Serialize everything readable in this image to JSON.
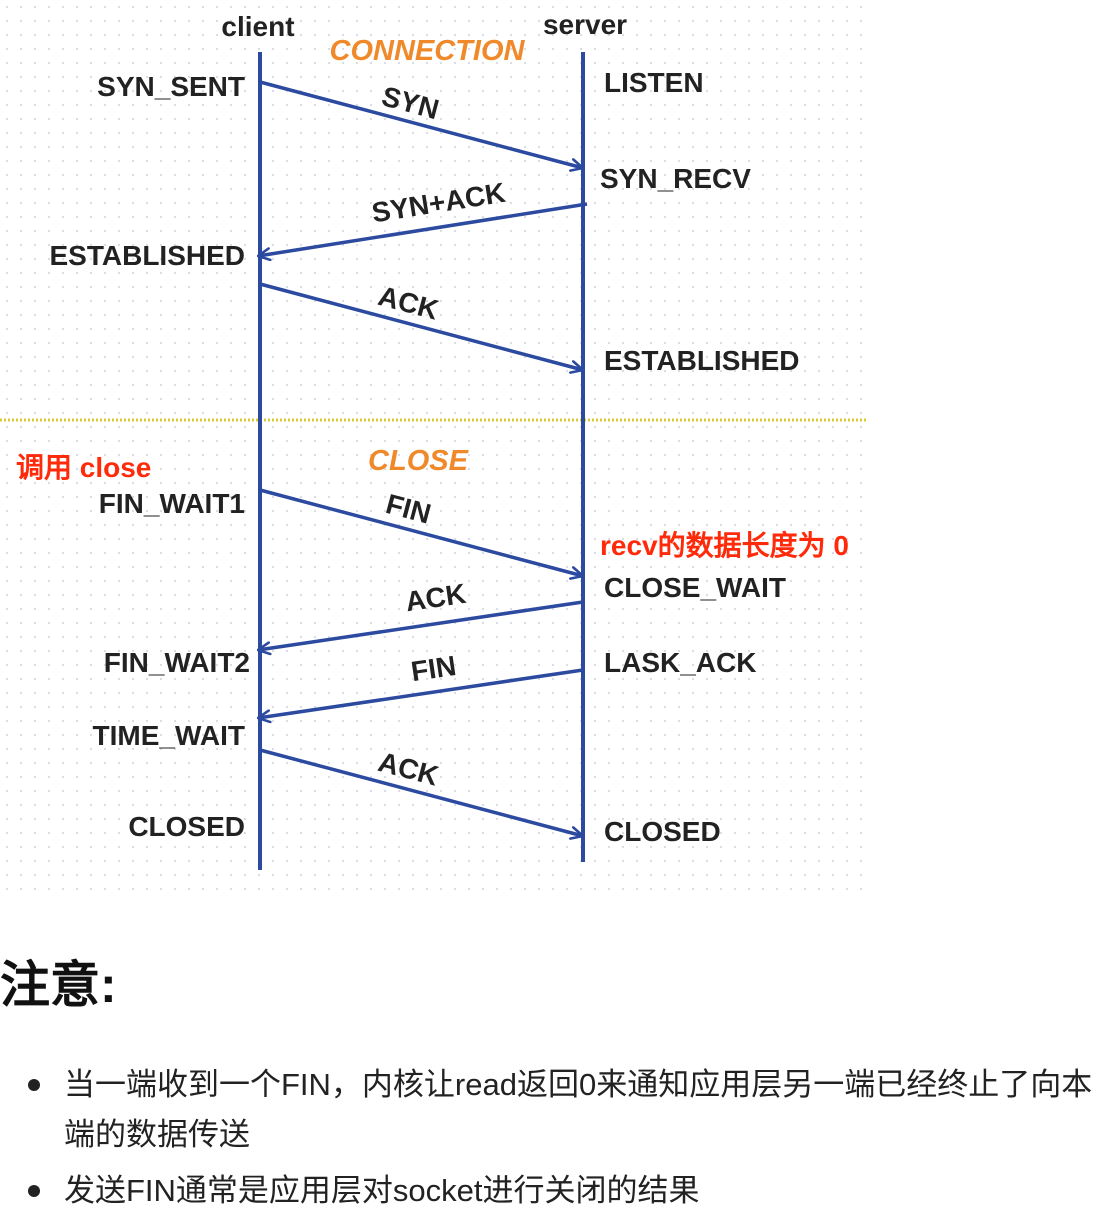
{
  "diagram": {
    "actors": {
      "client": "client",
      "server": "server"
    },
    "phases": {
      "connection": "CONNECTION",
      "close": "CLOSE"
    },
    "client_states": {
      "syn_sent": "SYN_SENT",
      "established": "ESTABLISHED",
      "fin_wait1": "FIN_WAIT1",
      "fin_wait2": "FIN_WAIT2",
      "time_wait": "TIME_WAIT",
      "closed": "CLOSED"
    },
    "server_states": {
      "listen": "LISTEN",
      "syn_recv": "SYN_RECV",
      "established": "ESTABLISHED",
      "close_wait": "CLOSE_WAIT",
      "lask_ack": "LASK_ACK",
      "closed": "CLOSED"
    },
    "messages": {
      "syn": "SYN",
      "syn_ack": "SYN+ACK",
      "ack1": "ACK",
      "fin1": "FIN",
      "ack2": "ACK",
      "fin2": "FIN",
      "ack3": "ACK"
    },
    "annotations": {
      "client_close": "调用 close",
      "server_recv": "recv的数据长度为 0"
    },
    "colors": {
      "lifeline": "#2b4aa0",
      "phase_label": "#f0892a",
      "annotation": "#ff2a0a",
      "divider": "#d8cc3a"
    }
  },
  "notes": {
    "heading": "注意:",
    "items": [
      "当一端收到一个FIN，内核让read返回0来通知应用层另一端已经终止了向本端的数据传送",
      "发送FIN通常是应用层对socket进行关闭的结果"
    ]
  }
}
